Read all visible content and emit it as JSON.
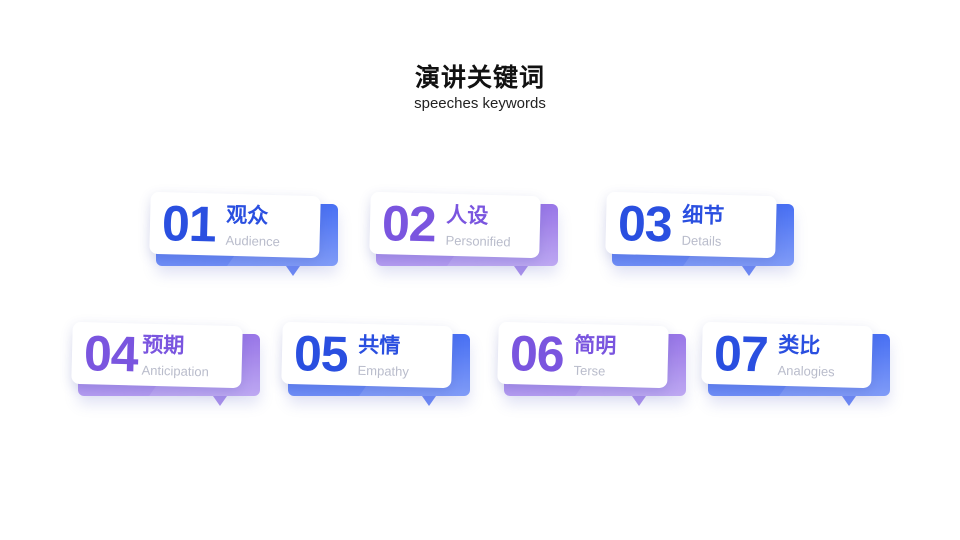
{
  "header": {
    "title": "演讲关键词",
    "subtitle": "speeches keywords"
  },
  "colors": {
    "blue": "#2a4fe0",
    "purple": "#7a55df"
  },
  "keywords": [
    {
      "number": "01",
      "label": "观众",
      "english": "Audience",
      "color": "blue"
    },
    {
      "number": "02",
      "label": "人设",
      "english": "Personified",
      "color": "purple"
    },
    {
      "number": "03",
      "label": "细节",
      "english": "Details",
      "color": "blue"
    },
    {
      "number": "04",
      "label": "预期",
      "english": "Anticipation",
      "color": "purple"
    },
    {
      "number": "05",
      "label": "共情",
      "english": "Empathy",
      "color": "blue"
    },
    {
      "number": "06",
      "label": "简明",
      "english": "Terse",
      "color": "purple"
    },
    {
      "number": "07",
      "label": "类比",
      "english": "Analogies",
      "color": "blue"
    }
  ]
}
